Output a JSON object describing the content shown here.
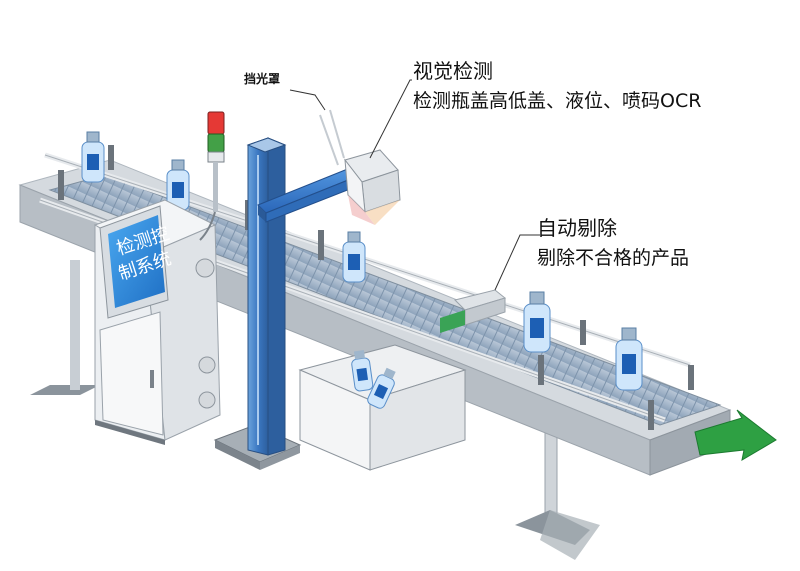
{
  "labels": {
    "light_shield": "挡光罩",
    "vision_title": "视觉检测",
    "vision_desc": "检测瓶盖高低盖、液位、喷码OCR",
    "reject_title": "自动剔除",
    "reject_desc": "剔除不合格的产品",
    "control_line1": "检测控",
    "control_line2": "制系统"
  },
  "colors": {
    "conveyor_top": "#c9cfd6",
    "conveyor_side": "#a9b1ba",
    "belt": "#9fb3c8",
    "cabinet": "#e6e9ed",
    "screen": "#2f8fe0",
    "pillar": "#4f8fd0",
    "arrow": "#3cb043",
    "light_red": "#e53935",
    "light_green": "#43a047"
  },
  "icons": [
    "warning-light-icon",
    "camera-icon",
    "arrow-out-icon",
    "bottle-icon"
  ]
}
